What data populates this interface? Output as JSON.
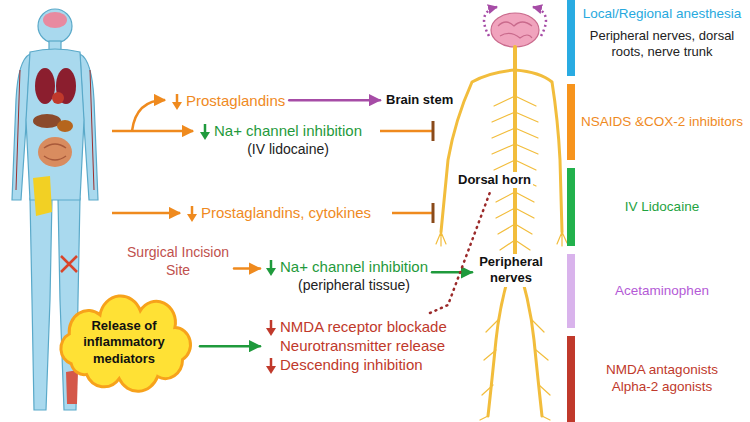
{
  "diagram": {
    "nodes": [
      {
        "text": [
          "Prostaglandins"
        ]
      },
      {
        "text": [
          "Brain stem"
        ]
      },
      {
        "text": [
          "Na+ channel inhibition",
          "(IV lidocaine)"
        ]
      },
      {
        "text": [
          "Prostaglandins, cytokines"
        ]
      },
      {
        "text": [
          "Dorsal horn"
        ]
      },
      {
        "text": [
          "Surgical Incision Site"
        ]
      },
      {
        "text": [
          "Na+ channel inhibition",
          "(peripheral tissue)"
        ]
      },
      {
        "text": [
          "Peripheral nerves"
        ]
      },
      {
        "text": [
          "Release of inflammatory mediators"
        ]
      },
      {
        "text": [
          "NMDA receptor blockade",
          "Neurotransmitter release",
          "Descending inhibition"
        ]
      }
    ],
    "edges": [
      {
        "from": 0,
        "to": 1,
        "arrow": "to"
      },
      {
        "from": 5,
        "to": 6,
        "arrow": "to"
      },
      {
        "from": 6,
        "to": 7,
        "arrow": "to"
      },
      {
        "from": 8,
        "to": 9,
        "arrow": "to"
      },
      {
        "from": 4,
        "to": 9,
        "arrow": "none"
      }
    ],
    "labels": [
      "Peripheral nerves, dorsal roots, nerve trunk"
    ],
    "legend": [
      {
        "text": "Local/Regional anesthesia",
        "color": "#29abe2"
      },
      {
        "text": "NSAIDS &COX-2 inhibitors",
        "color": "#f7941d"
      },
      {
        "text": "IV Lidocaine",
        "color": "#22b14c"
      },
      {
        "text": "Acetaminophen",
        "color": "#d9b3ec"
      },
      {
        "text": "NMDA antagonists Alpha-2 agonists",
        "color": "#c0392b"
      }
    ]
  }
}
